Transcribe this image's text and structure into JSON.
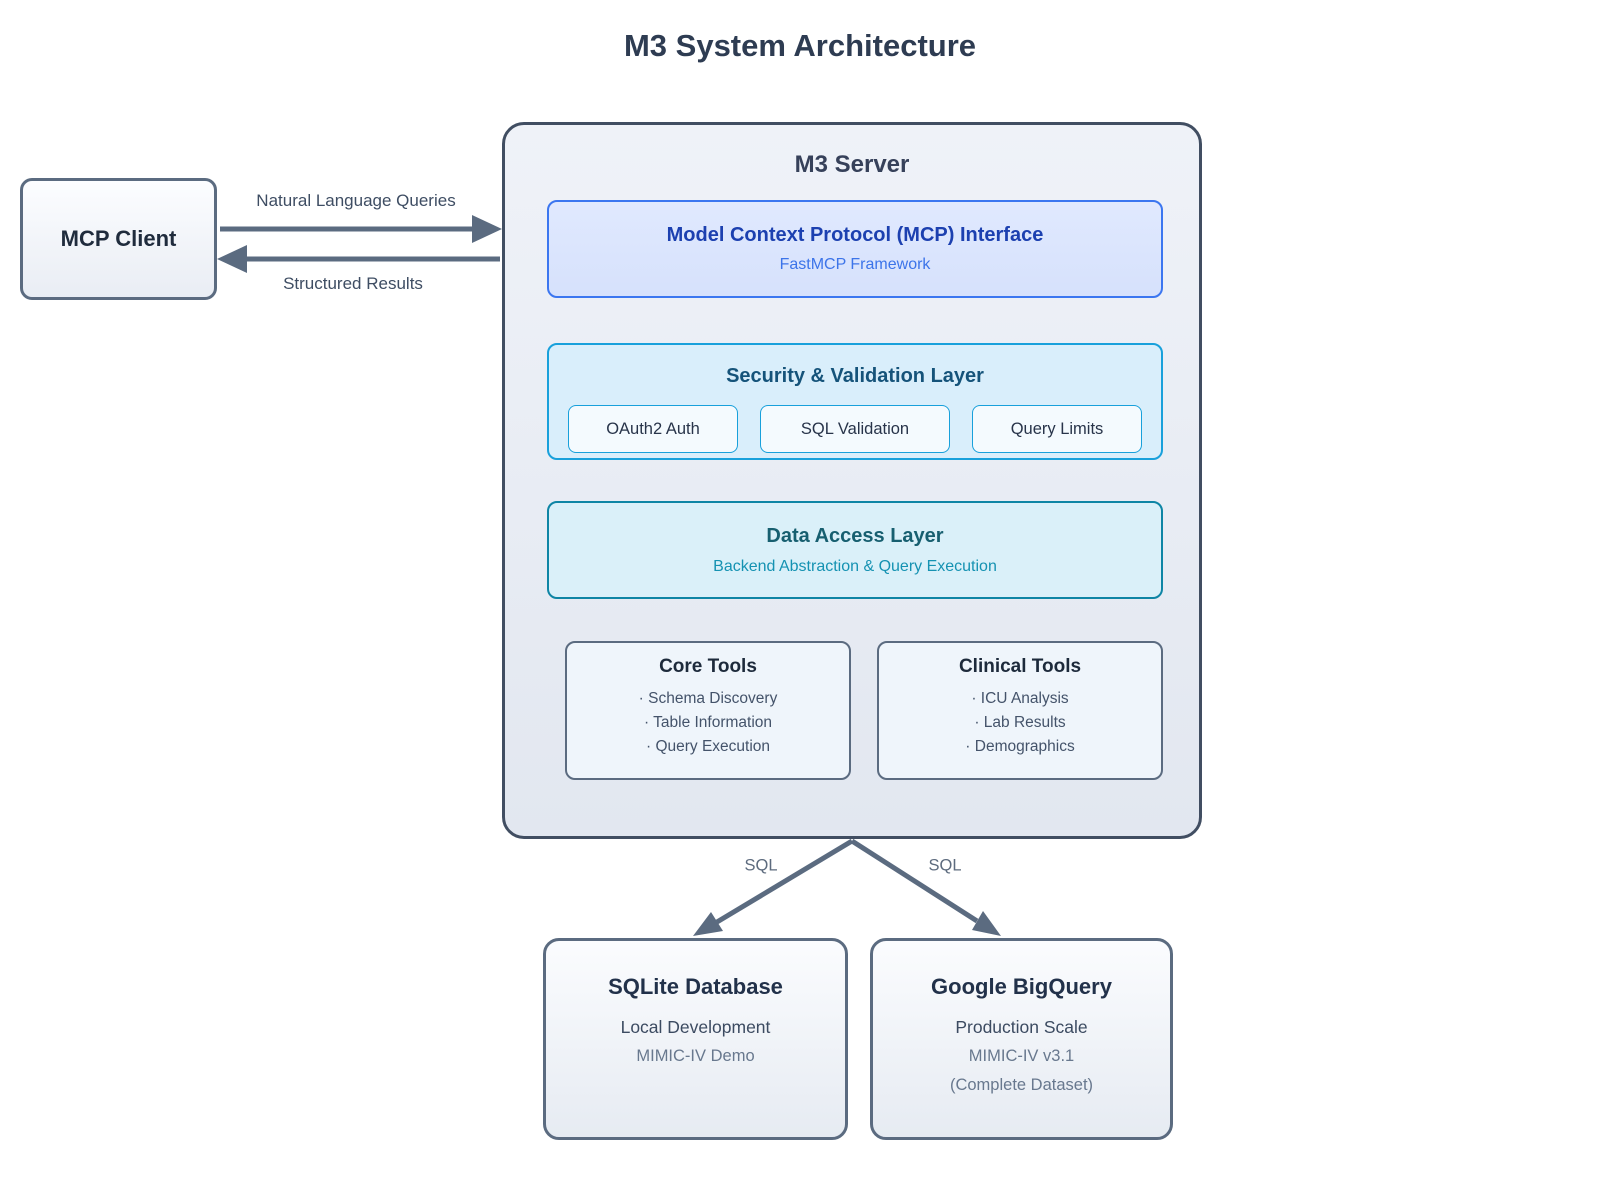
{
  "title": "M3 System Architecture",
  "client": {
    "label": "MCP Client"
  },
  "edges": {
    "client_to_server": "Natural Language Queries",
    "server_to_client": "Structured Results",
    "sql_left": "SQL",
    "sql_right": "SQL"
  },
  "server": {
    "title": "M3 Server",
    "interface": {
      "title": "Model Context Protocol (MCP) Interface",
      "subtitle": "FastMCP Framework"
    },
    "security": {
      "title": "Security & Validation Layer",
      "items": [
        {
          "label": "OAuth2 Auth"
        },
        {
          "label": "SQL Validation"
        },
        {
          "label": "Query Limits"
        }
      ]
    },
    "data_access": {
      "title": "Data Access Layer",
      "subtitle": "Backend Abstraction & Query Execution"
    },
    "tool_groups": [
      {
        "title": "Core Tools",
        "items": [
          "Schema Discovery",
          "Table Information",
          "Query Execution"
        ]
      },
      {
        "title": "Clinical Tools",
        "items": [
          "ICU Analysis",
          "Lab Results",
          "Demographics"
        ]
      }
    ]
  },
  "databases": [
    {
      "title": "SQLite Database",
      "lines": [
        "Local Development",
        "MIMIC-IV Demo"
      ]
    },
    {
      "title": "Google BigQuery",
      "lines": [
        "Production Scale",
        "MIMIC-IV v3.1",
        "(Complete Dataset)"
      ]
    }
  ],
  "colors": {
    "slate_border": "#5b6b80",
    "server_border": "#414e62",
    "blue_border": "#3b76f0",
    "cyan_border": "#18a0db",
    "teal_border": "#0e85a5",
    "heading_text": "#2e3c52",
    "blue_title": "#1c40b0",
    "blue_subtitle": "#3c74e9",
    "security_title": "#15537a",
    "teal_title": "#175f70",
    "teal_subtitle": "#1592b2",
    "arrow_color": "#5b6b80"
  }
}
